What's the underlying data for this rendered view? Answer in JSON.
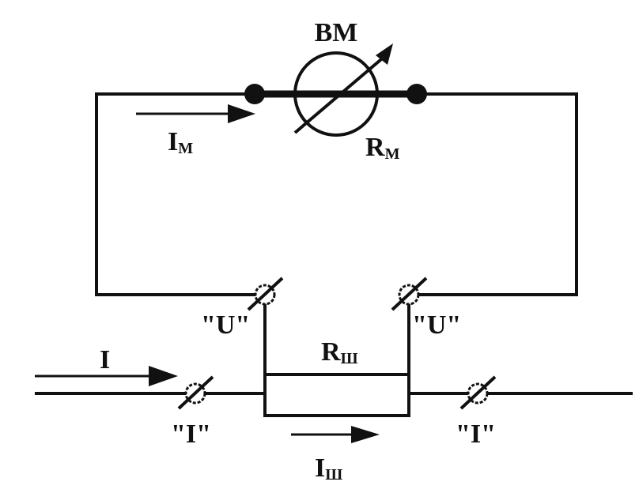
{
  "diagram": {
    "meter": {
      "name": "BM"
    },
    "meter_current": {
      "main": "I",
      "sub": "M"
    },
    "meter_resistance": {
      "main": "R",
      "sub": "M"
    },
    "voltage_terminal_left": "\"U\"",
    "voltage_terminal_right": "\"U\"",
    "shunt_resistance": {
      "main": "R",
      "sub": "Ш"
    },
    "input_current": "I",
    "current_terminal_left": "\"I\"",
    "current_terminal_right": "\"I\"",
    "shunt_current": {
      "main": "I",
      "sub": "Ш"
    }
  },
  "colors": {
    "line": "#111111",
    "background": "#ffffff"
  }
}
